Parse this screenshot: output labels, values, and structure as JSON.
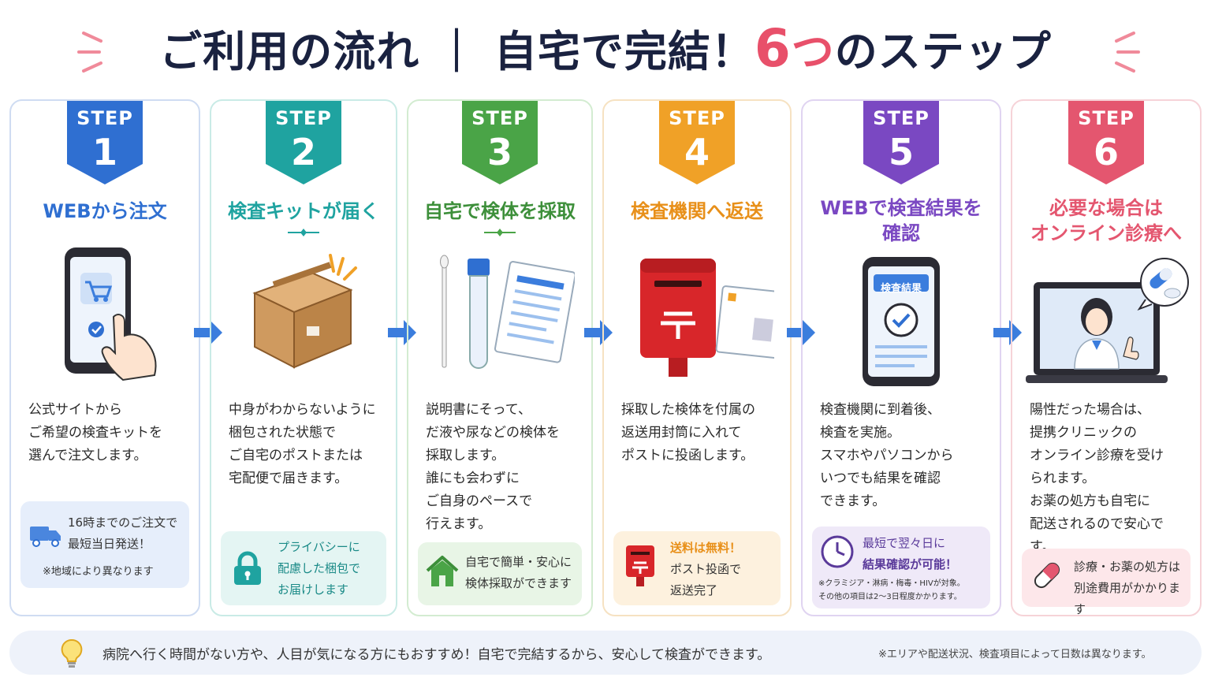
{
  "header": {
    "title_part1": "ご利用の流れ ｜ 自宅で完結！",
    "title_accent_num": "6",
    "title_accent_kana": "つ",
    "title_part2": "のステップ"
  },
  "colors": {
    "step1": "#2f6fd1",
    "step2": "#1fa3a0",
    "step3": "#4aa447",
    "step4": "#f0a127",
    "step5": "#7a48c2",
    "step6": "#e4566f",
    "accent": "#e8506a",
    "arrow": "#3b7ddd"
  },
  "steps": [
    {
      "badge_label": "STEP",
      "number": "1",
      "title": "WEBから注文",
      "description": [
        "公式サイトから",
        "ご希望の検査キットを",
        "選んで注文します。"
      ],
      "note": [
        "16時までのご注文で",
        "最短当日発送！"
      ],
      "note_small": "※地域により異なります"
    },
    {
      "badge_label": "STEP",
      "number": "2",
      "title": "検査キットが届く",
      "description": [
        "中身がわからないように",
        "梱包された状態で",
        "ご自宅のポストまたは",
        "宅配便で届きます。"
      ],
      "note": [
        "プライバシーに",
        "配慮した梱包で",
        "お届けします"
      ]
    },
    {
      "badge_label": "STEP",
      "number": "3",
      "title": "自宅で検体を採取",
      "description": [
        "説明書にそって、",
        "だ液や尿などの検体を",
        "採取します。",
        "誰にも会わずに",
        "ご自身のペースで",
        "行えます。"
      ],
      "note": [
        "自宅で簡単・安心に",
        "検体採取ができます"
      ]
    },
    {
      "badge_label": "STEP",
      "number": "4",
      "title": "検査機関へ返送",
      "description": [
        "採取した検体を付属の",
        "返送用封筒に入れて",
        "ポストに投函します。"
      ],
      "note_highlight": "送料は無料！",
      "note": [
        "ポスト投函で",
        "返送完了"
      ]
    },
    {
      "badge_label": "STEP",
      "number": "5",
      "title_line1": "WEBで検査結果を",
      "title_line2": "確認",
      "screen_label": "検査結果",
      "description": [
        "検査機関に到着後、",
        "検査を実施。",
        "スマホやパソコンから",
        "いつでも結果を確認",
        "できます。"
      ],
      "note": [
        "最短で翌々日に",
        "結果確認が可能！"
      ],
      "note_small": [
        "※クラミジア・淋病・梅毒・HIVが対象。",
        "その他の項目は2〜3日程度かかります。"
      ]
    },
    {
      "badge_label": "STEP",
      "number": "6",
      "title_line1": "必要な場合は",
      "title_line2": "オンライン診療へ",
      "description": [
        "陽性だった場合は、",
        "提携クリニックの",
        "オンライン診療を受け",
        "られます。",
        "お薬の処方も自宅に",
        "配送されるので安心です。"
      ],
      "note": [
        "診療・お薬の処方は",
        "別途費用がかかります"
      ]
    }
  ],
  "footer": {
    "main": "病院へ行く時間がない方や、人目が気になる方にもおすすめ！自宅で完結するから、安心して検査ができます。",
    "note": "※エリアや配送状況、検査項目によって日数は異なります。"
  }
}
